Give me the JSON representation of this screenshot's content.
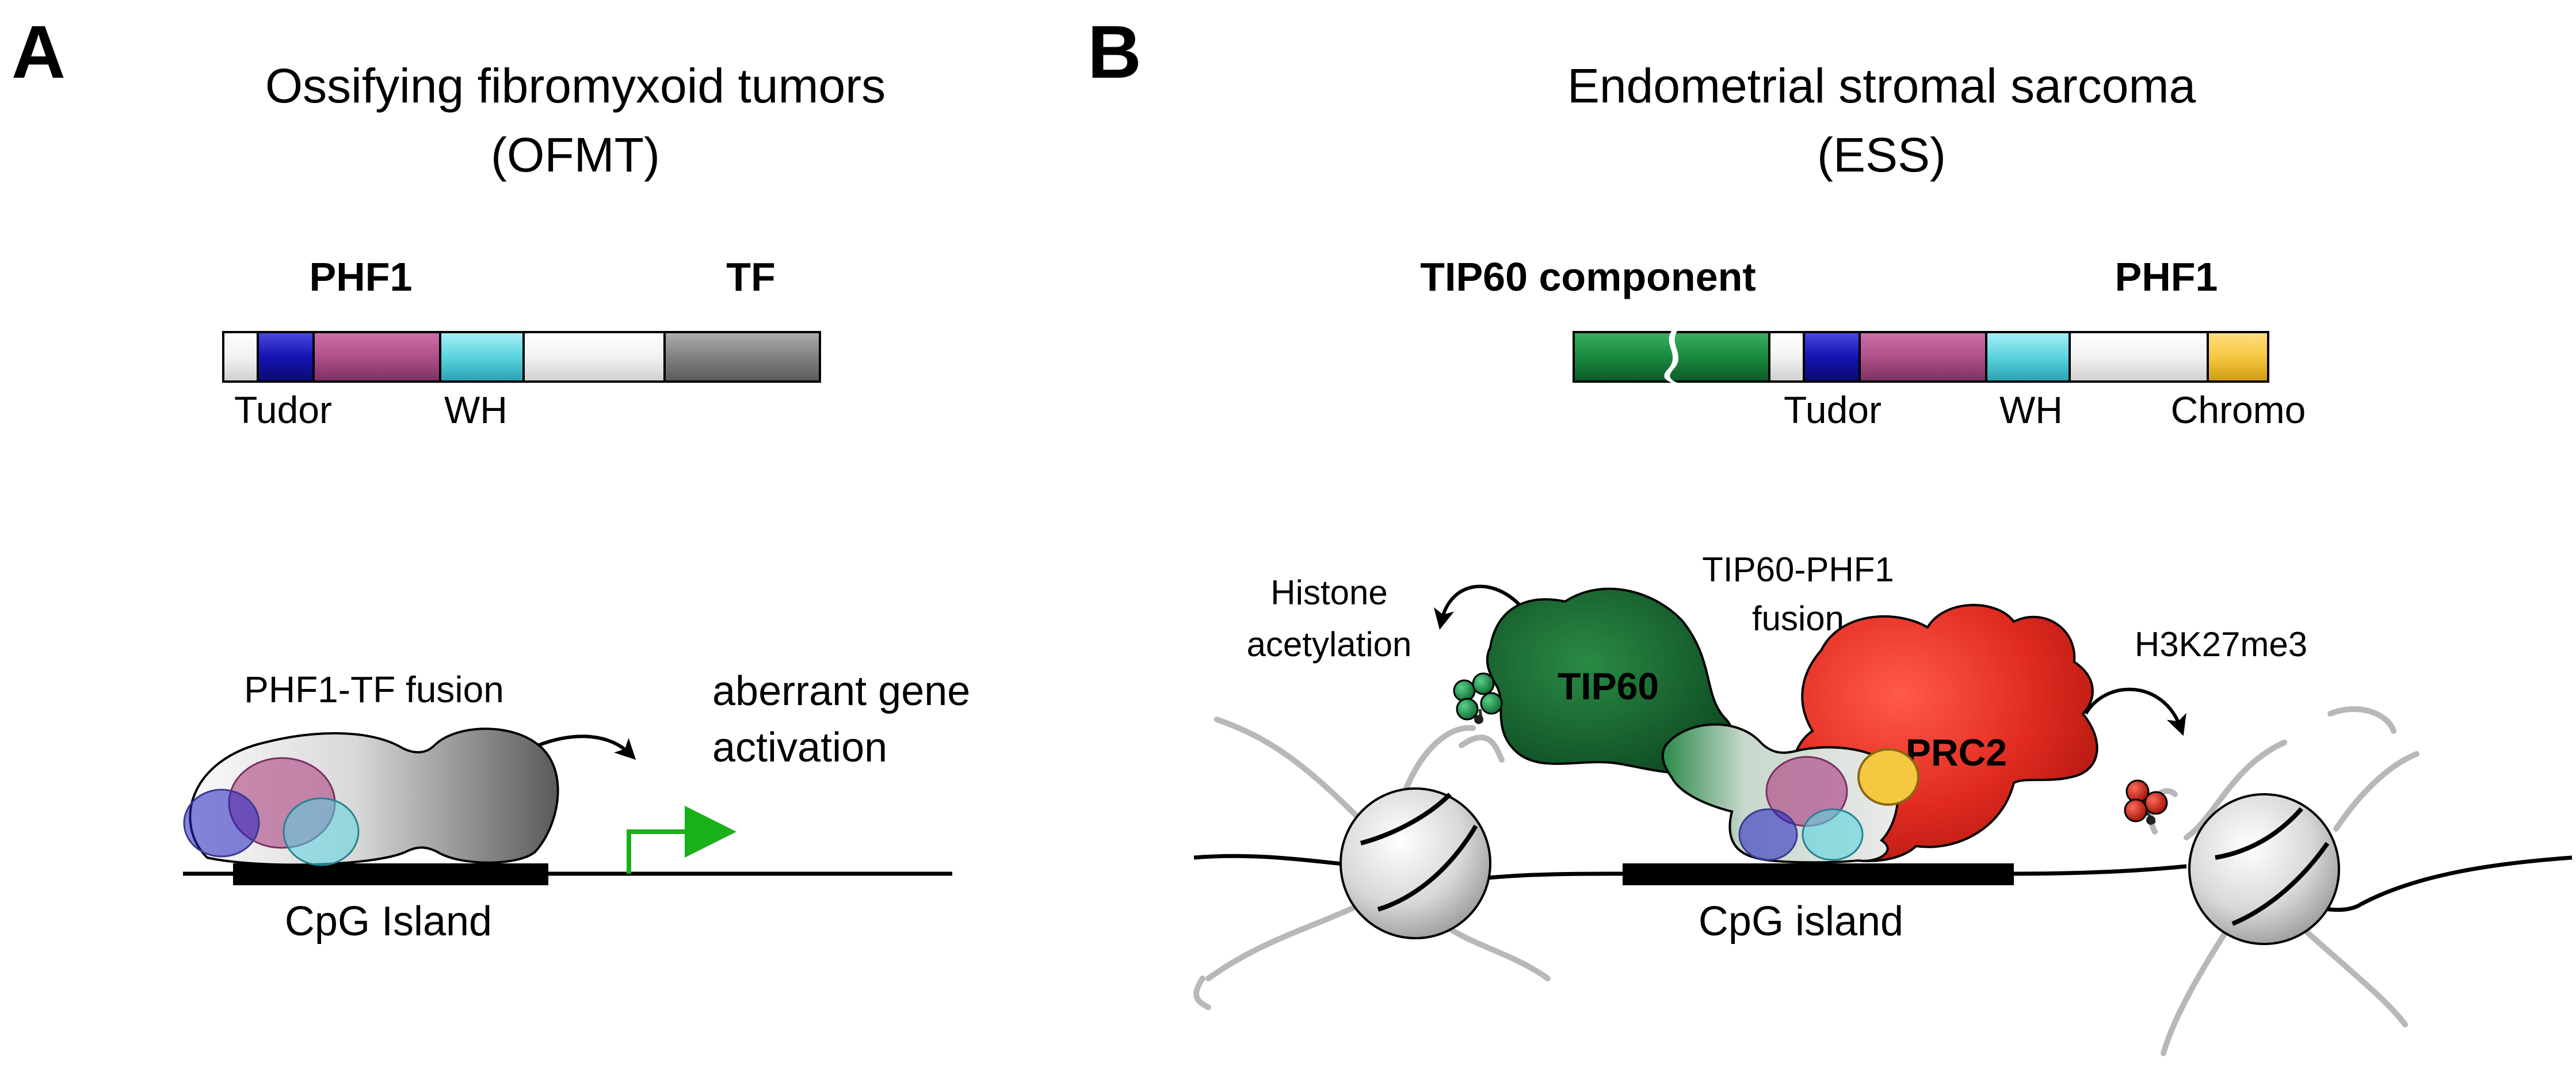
{
  "panel_a": {
    "letter": "A",
    "title_line1": "Ossifying fibromyxoid tumors",
    "title_line2": "(OFMT)",
    "label_phf1": "PHF1",
    "label_tf": "TF",
    "domain_tudor": "Tudor",
    "domain_wh": "WH",
    "fusion_label": "PHF1-TF fusion",
    "activation_line1": "aberrant gene",
    "activation_line2": "activation",
    "cpg_label": "CpG Island"
  },
  "panel_b": {
    "letter": "B",
    "title_line1": "Endometrial stromal sarcoma",
    "title_line2": "(ESS)",
    "label_tip60_component": "TIP60 component",
    "label_phf1": "PHF1",
    "domain_tudor": "Tudor",
    "domain_wh": "WH",
    "domain_chromo": "Chromo",
    "histone_acetylation_line1": "Histone",
    "histone_acetylation_line2": "acetylation",
    "fusion_line1": "TIP60-PHF1",
    "fusion_line2": "fusion",
    "tip60_label": "TIP60",
    "prc2_label": "PRC2",
    "h3k27me3_label": "H3K27me3",
    "cpg_label": "CpG island"
  },
  "colors": {
    "tudor_blue": "#1a1ab0",
    "magenta": "#b0508a",
    "wh_cyan": "#5ad4e0",
    "tf_gray": "#808080",
    "chromo_yellow": "#f5c842",
    "tip60_green": "#1a7a3a",
    "prc2_red": "#e02a20",
    "activation_arrow_green": "#1ab01a"
  }
}
